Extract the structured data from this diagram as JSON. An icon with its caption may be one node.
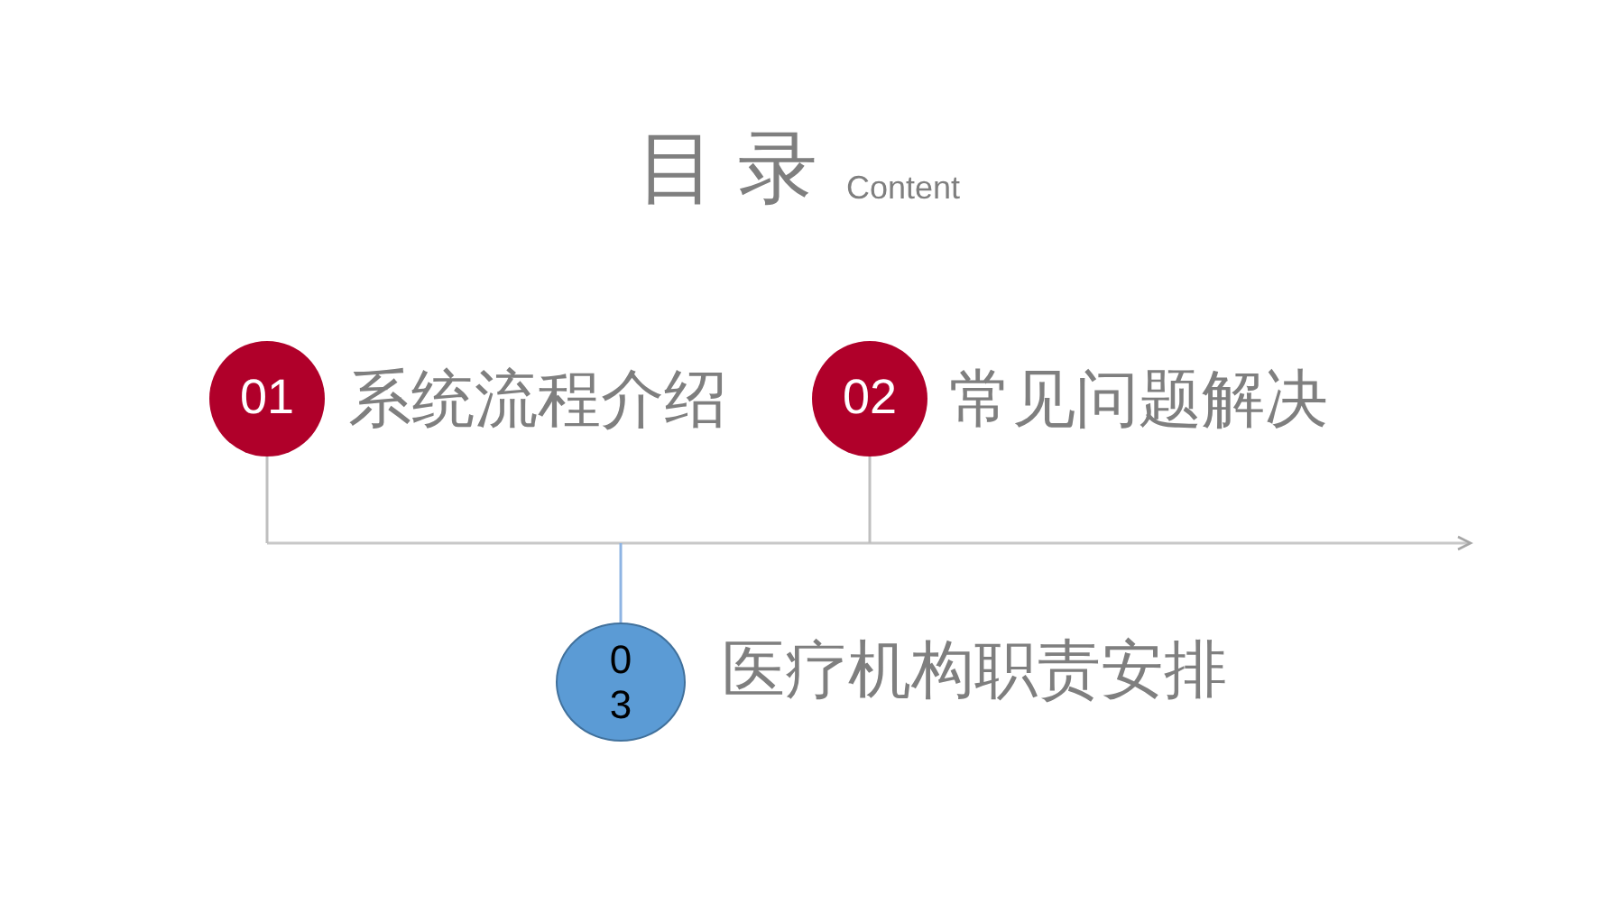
{
  "diagram": {
    "title": "目 录",
    "nodes": [
      {
        "text": [
          "01"
        ],
        "beside": [
          "系统流程介绍"
        ]
      },
      {
        "text": [
          "02"
        ],
        "beside": [
          "常见问题解决"
        ]
      },
      {
        "text": [
          "03"
        ],
        "beside": [
          "医疗机构职责安排"
        ]
      }
    ],
    "edges": [
      {
        "from": 0,
        "to": null,
        "arrow": "none"
      },
      {
        "from": 1,
        "to": null,
        "arrow": "none"
      },
      {
        "from": 2,
        "to": null,
        "arrow": "none",
        "color": "#8eb4e3"
      }
    ],
    "labels": [
      "Content"
    ]
  }
}
